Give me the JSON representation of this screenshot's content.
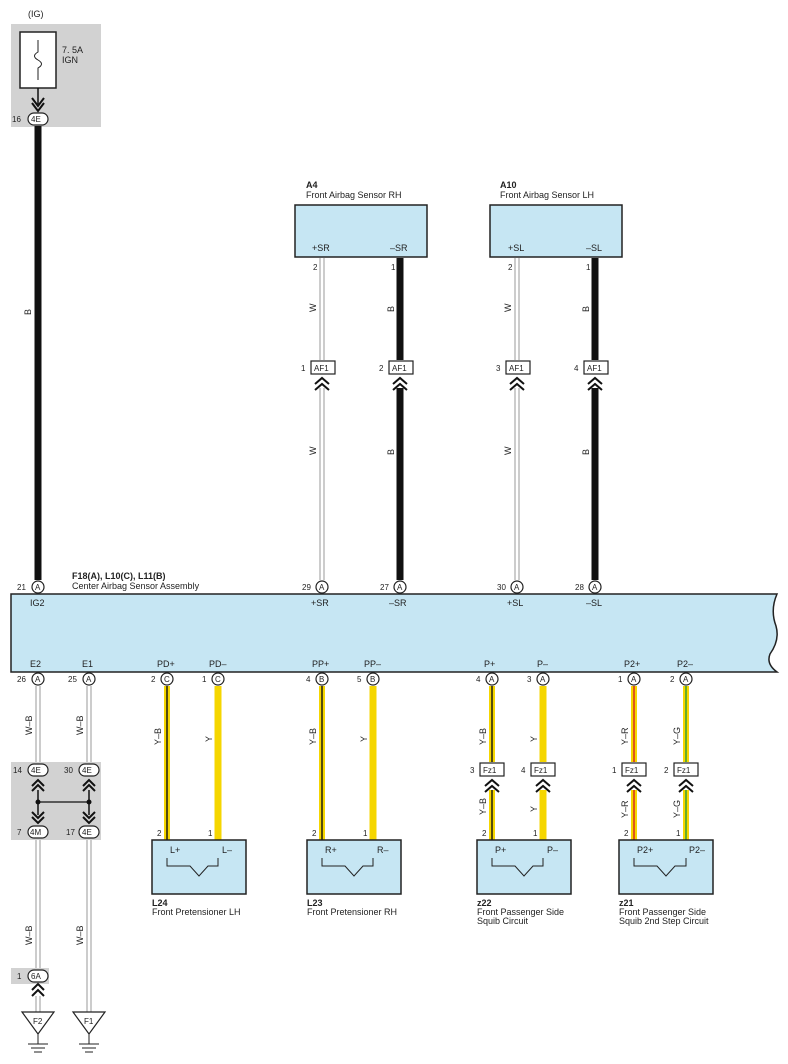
{
  "power": {
    "ig": "(IG)",
    "fuse_rating": "7. 5A",
    "fuse_name": "IGN",
    "pin_num": "16",
    "pin_conn": "4E",
    "wire": "B"
  },
  "sensor_rh": {
    "code": "A4",
    "name": "Front Airbag Sensor RH",
    "pin1": "+SR",
    "pin2": "–SR",
    "num1": "2",
    "num2": "1",
    "wire1": "W",
    "wire2": "B",
    "conn_num1": "1",
    "conn_num2": "2",
    "conn": "AF1",
    "lower_wire1": "W",
    "lower_wire2": "B"
  },
  "sensor_lh": {
    "code": "A10",
    "name": "Front Airbag Sensor LH",
    "pin1": "+SL",
    "pin2": "–SL",
    "num1": "2",
    "num2": "1",
    "wire1": "W",
    "wire2": "B",
    "conn_num1": "3",
    "conn_num2": "4",
    "conn": "AF1",
    "lower_wire1": "W",
    "lower_wire2": "B"
  },
  "assembly": {
    "codes": "F18(A), L10(C), L11(B)",
    "name": "Center Airbag Sensor Assembly",
    "top_pins": [
      {
        "num": "21",
        "conn": "A",
        "label": "IG2"
      },
      {
        "num": "29",
        "conn": "A",
        "label": "+SR"
      },
      {
        "num": "27",
        "conn": "A",
        "label": "–SR"
      },
      {
        "num": "30",
        "conn": "A",
        "label": "+SL"
      },
      {
        "num": "28",
        "conn": "A",
        "label": "–SL"
      }
    ],
    "bottom_pins": [
      {
        "label": "E2",
        "num": "26",
        "conn": "A"
      },
      {
        "label": "E1",
        "num": "25",
        "conn": "A"
      },
      {
        "label": "PD+",
        "num": "2",
        "conn": "C"
      },
      {
        "label": "PD–",
        "num": "1",
        "conn": "C"
      },
      {
        "label": "PP+",
        "num": "4",
        "conn": "B"
      },
      {
        "label": "PP–",
        "num": "5",
        "conn": "B"
      },
      {
        "label": "P+",
        "num": "4",
        "conn": "A"
      },
      {
        "label": "P–",
        "num": "3",
        "conn": "A"
      },
      {
        "label": "P2+",
        "num": "1",
        "conn": "A"
      },
      {
        "label": "P2–",
        "num": "2",
        "conn": "A"
      }
    ]
  },
  "ground": {
    "wire_e2": "W–B",
    "wire_e1": "W–B",
    "j1_num": "14",
    "j1_conn": "4E",
    "j2_num": "30",
    "j2_conn": "4E",
    "j3_num": "7",
    "j3_conn": "4M",
    "j4_num": "17",
    "j4_conn": "4E",
    "lower_wire_left": "W–B",
    "lower_wire_right": "W–B",
    "pin6a_num": "1",
    "pin6a_conn": "6A",
    "gnd_left": "F2",
    "gnd_right": "F1"
  },
  "components": [
    {
      "code": "L24",
      "name": "Front Pretensioner LH",
      "name2": "",
      "pin_a": "L+",
      "pin_b": "L–",
      "num_a": "2",
      "num_b": "1",
      "wire_a": "Y–B",
      "wire_b": "Y"
    },
    {
      "code": "L23",
      "name": "Front Pretensioner RH",
      "name2": "",
      "pin_a": "R+",
      "pin_b": "R–",
      "num_a": "2",
      "num_b": "1",
      "wire_a": "Y–B",
      "wire_b": "Y"
    },
    {
      "code": "z22",
      "name": "Front Passenger Side",
      "name2": "Squib Circuit",
      "pin_a": "P+",
      "pin_b": "P–",
      "num_a": "2",
      "num_b": "1",
      "wire_a": "Y–B",
      "wire_b": "Y",
      "conn": "Fz1",
      "conn_num_a": "3",
      "conn_num_b": "4",
      "lower_wire_a": "Y–B",
      "lower_wire_b": "Y"
    },
    {
      "code": "z21",
      "name": "Front Passenger Side",
      "name2": "Squib 2nd Step Circuit",
      "pin_a": "P2+",
      "pin_b": "P2–",
      "num_a": "2",
      "num_b": "1",
      "wire_a": "Y–R",
      "wire_b": "Y–G",
      "conn": "Fz1",
      "conn_num_a": "1",
      "conn_num_b": "2",
      "lower_wire_a": "Y–R",
      "lower_wire_b": "Y–G"
    }
  ],
  "colors": {
    "component_fill": "#c6e6f3",
    "yellow": "#f5d600",
    "red": "#d62020",
    "green": "#2a9a3a",
    "black": "#111111"
  }
}
